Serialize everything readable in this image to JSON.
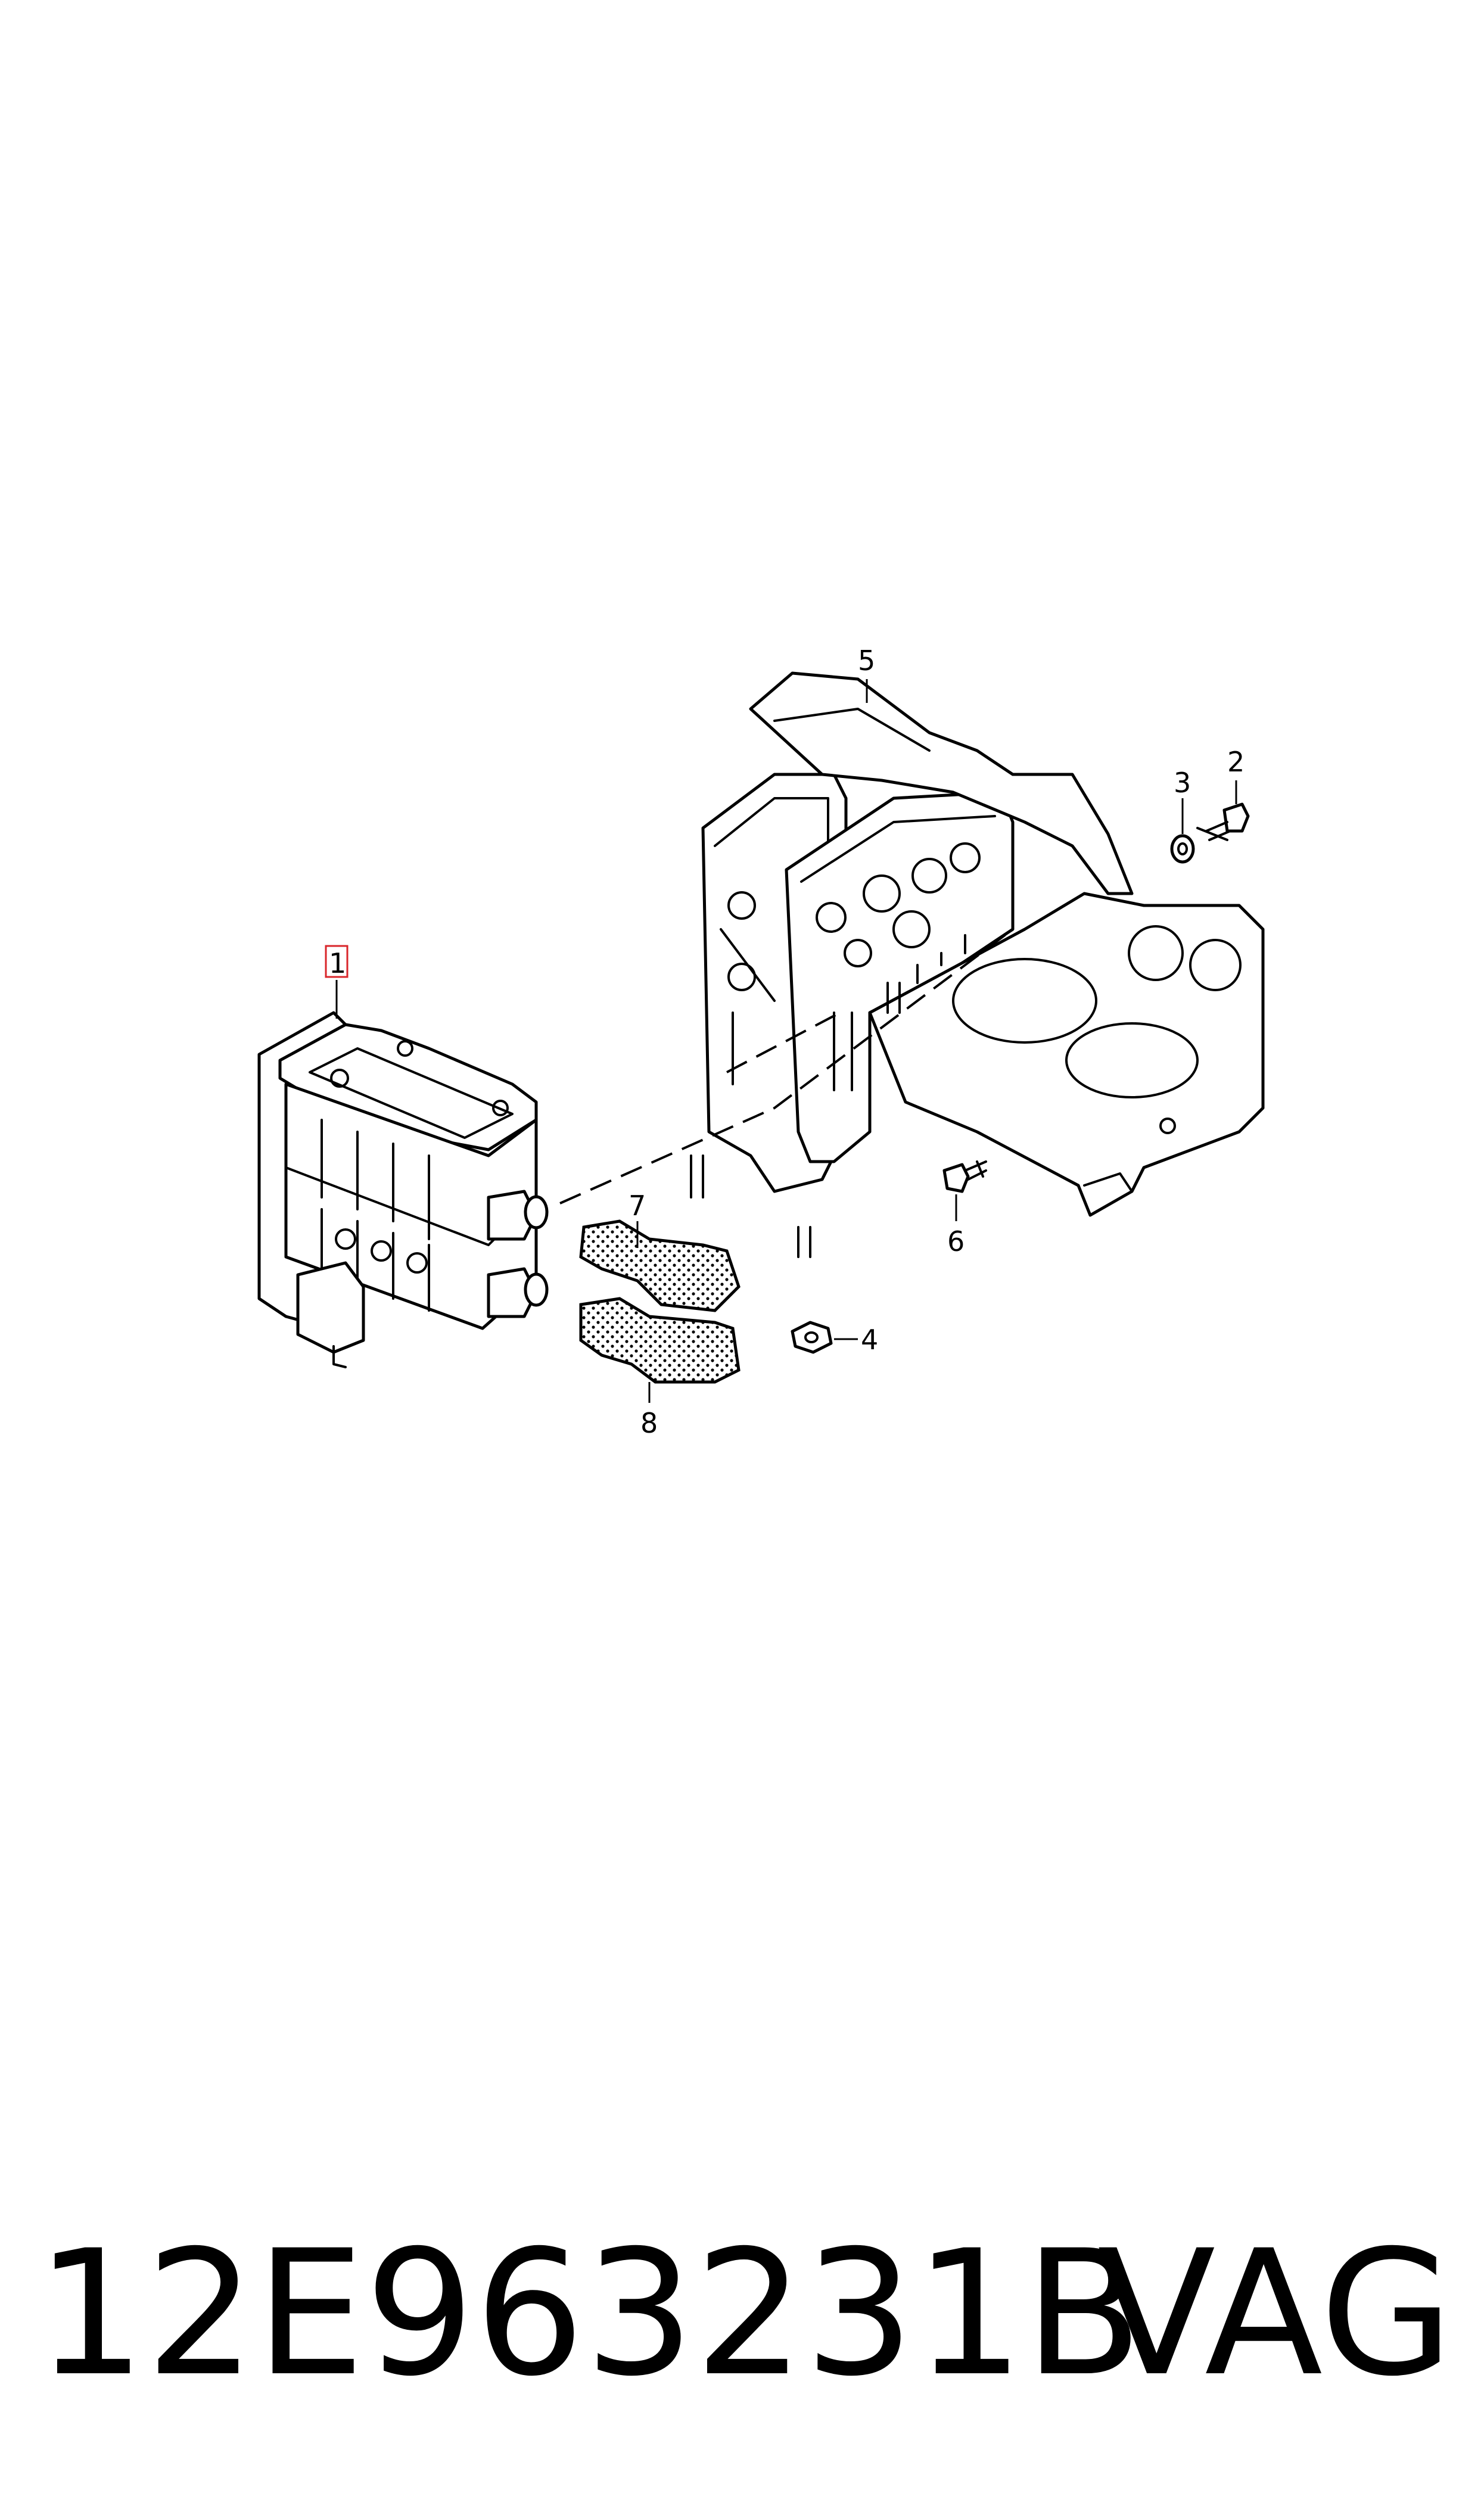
{
  "diagram": {
    "callouts": [
      {
        "id": "1",
        "label": "1",
        "highlighted": true
      },
      {
        "id": "2",
        "label": "2"
      },
      {
        "id": "3",
        "label": "3"
      },
      {
        "id": "4",
        "label": "4"
      },
      {
        "id": "5",
        "label": "5"
      },
      {
        "id": "6",
        "label": "6"
      },
      {
        "id": "7",
        "label": "7"
      },
      {
        "id": "8",
        "label": "8"
      }
    ],
    "highlight_color": "#d9262b"
  },
  "footer": {
    "part_number": "12E963231B",
    "brand": "VAG"
  }
}
